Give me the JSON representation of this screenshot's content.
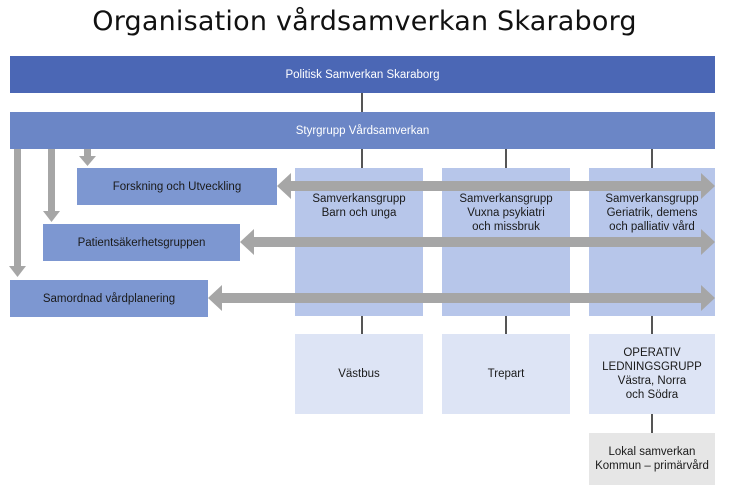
{
  "title": "Organisation vårdsamverkan Skaraborg",
  "top_bar": {
    "label": "Politisk Samverkan Skaraborg"
  },
  "steering_bar": {
    "label": "Styrgrupp Vårdsamverkan"
  },
  "side_groups": [
    {
      "label": "Forskning och Utveckling"
    },
    {
      "label": "Patientsäkerhetsgruppen"
    },
    {
      "label": "Samordnad vårdplanering"
    }
  ],
  "collaboration_groups": [
    {
      "label": "Samverkansgrupp\nBarn och unga",
      "sub_label": "Västbus"
    },
    {
      "label": "Samverkansgrupp\nVuxna psykiatri\noch missbruk",
      "sub_label": "Trepart"
    },
    {
      "label": "Samverkansgrupp\nGeriatrik, demens\noch palliativ vård",
      "sub_label": "OPERATIV\nLEDNINGSGRUPP\nVästra, Norra\noch Södra"
    }
  ],
  "local_box": {
    "label": "Lokal samverkan\nKommun – primärvård"
  },
  "colors": {
    "dark_blue": "#4b67b5",
    "mid_blue": "#6b86c6",
    "side_blue": "#7d97d1",
    "column_blue": "#b7c6ea",
    "pale_blue": "#dde4f5",
    "grey": "#e6e6e6",
    "connector": "#555555",
    "arrow": "#a6a6a6"
  }
}
